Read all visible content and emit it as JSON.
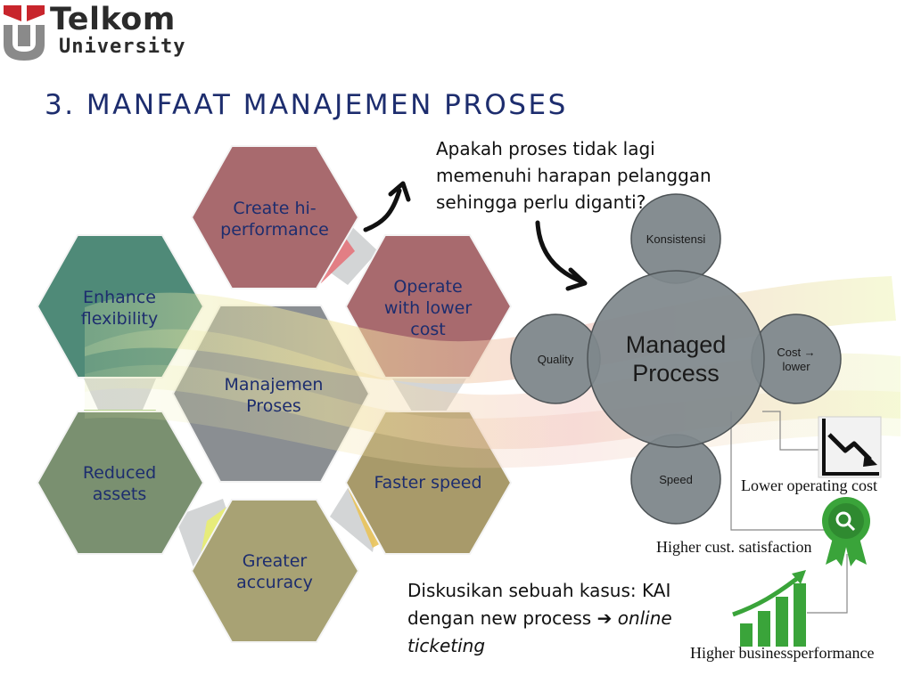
{
  "logo": {
    "word1": "Telkom",
    "word2": "University",
    "accent": "#c8252c"
  },
  "title": "3. MANFAAT MANAJEMEN PROSES",
  "hexagons": {
    "create": {
      "line1": "Create hi-",
      "line2": "performance",
      "color": "#a86a6e"
    },
    "operate": {
      "line1": "Operate",
      "line2": "with lower",
      "line3": "cost",
      "color": "#a86a6e"
    },
    "enhance": {
      "line1": "Enhance",
      "line2": "flexibility",
      "color": "#4f8a78"
    },
    "center": {
      "line1": "Manajemen",
      "line2": "Proses",
      "color": "#8a8e92"
    },
    "reduced": {
      "line1": "Reduced",
      "line2": "assets",
      "color": "#7a9070"
    },
    "faster": {
      "line1": "Faster speed",
      "color": "#a89a6a"
    },
    "greater": {
      "line1": "Greater",
      "line2": "accuracy",
      "color": "#a8a274"
    }
  },
  "question": {
    "line1": "Apakah proses tidak lagi",
    "line2": "memenuhi harapan pelanggan",
    "line3": "sehingga perlu diganti?"
  },
  "circles": {
    "center": {
      "line1": "Managed",
      "line2": "Process"
    },
    "top": "Konsistensi",
    "left": "Quality",
    "right_line1": "Cost →",
    "right_line2": "lower",
    "bottom": "Speed"
  },
  "outcomes": {
    "lower_cost": "Lower operating cost",
    "satisfaction": "Higher cust. satisfaction",
    "performance": "Higher businessperformance"
  },
  "discussion": {
    "line1": "Diskusikan sebuah kasus: KAI",
    "line2_prefix": "dengan new process ",
    "line2_italic": "online",
    "line3_italic": "ticketing"
  },
  "icons": [
    "downtrend-chart-icon",
    "award-badge-icon",
    "bar-growth-chart-icon",
    "curved-arrow-icon"
  ],
  "colors": {
    "title": "#1d2d6e",
    "circle": "#7f888c",
    "accent_green": "#3aa43a"
  }
}
